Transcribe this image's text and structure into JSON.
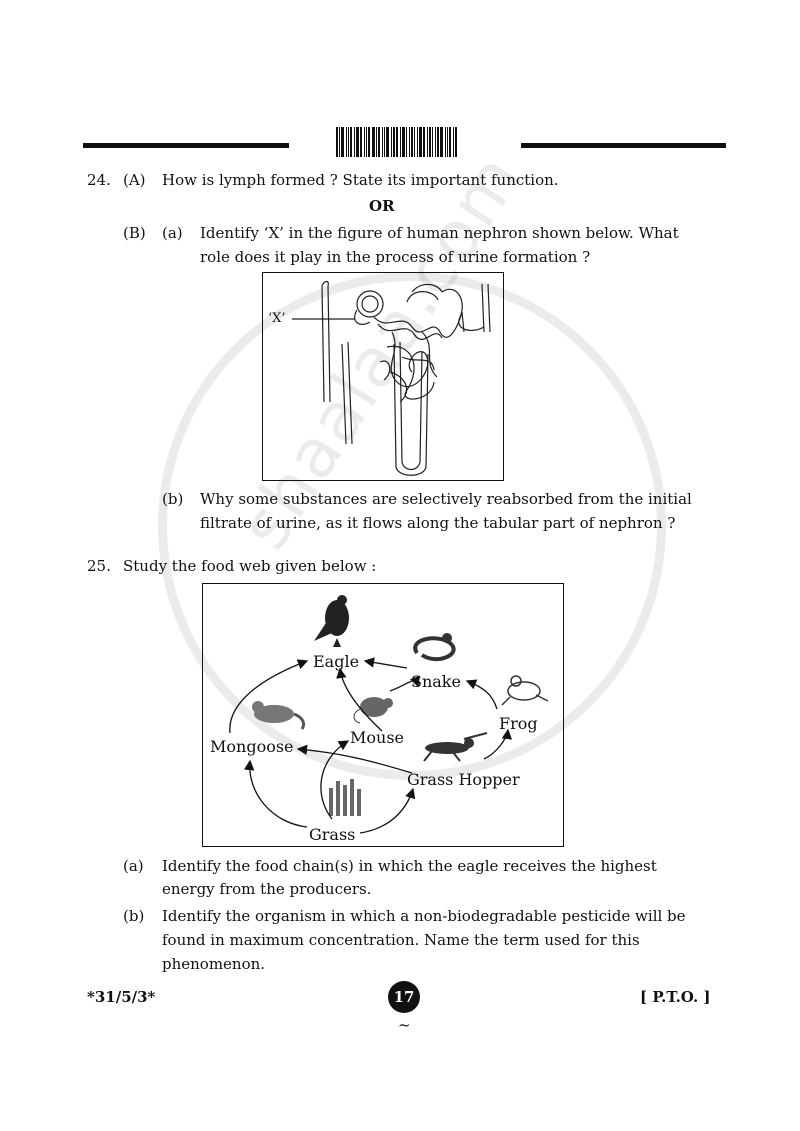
{
  "q24": {
    "number": "24.",
    "partA": {
      "label": "(A)",
      "text": "How is lymph formed ? State its important function."
    },
    "or": "OR",
    "partB": {
      "label": "(B)",
      "a": {
        "label": "(a)",
        "line1": "Identify ‘X’ in the figure of human nephron shown below. What",
        "line2": "role does it play in the process of urine formation ?"
      },
      "figure_label": "‘X’",
      "b": {
        "label": "(b)",
        "line1": "Why some substances are selectively reabsorbed from the initial",
        "line2": "filtrate of urine, as it flows along the tabular part of nephron ?"
      }
    }
  },
  "q25": {
    "number": "25.",
    "intro": "Study the food web given below :",
    "foodweb": {
      "eagle": "Eagle",
      "snake": "Snake",
      "frog": "Frog",
      "mouse": "Mouse",
      "mongoose": "Mongoose",
      "grasshopper": "Grass Hopper",
      "grass": "Grass"
    },
    "a": {
      "label": "(a)",
      "line1": "Identify the food chain(s) in which the eagle receives the highest",
      "line2": "energy from the producers."
    },
    "b": {
      "label": "(b)",
      "line1": "Identify the organism in which a non-biodegradable pesticide will be",
      "line2": "found in maximum concentration. Name the term used for this",
      "line3": "phenomenon."
    }
  },
  "footer": {
    "code": "*31/5/3*",
    "page": "17",
    "pto": "[ P.T.O. ]",
    "tilde": "~"
  },
  "watermark": "shaalaa.com"
}
